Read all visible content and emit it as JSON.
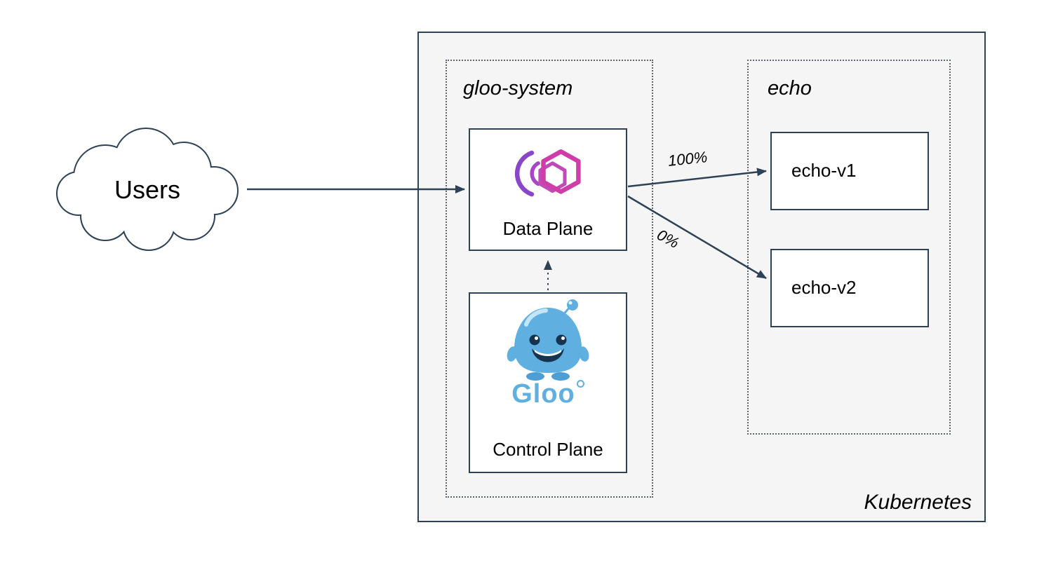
{
  "diagram": {
    "users": {
      "label": "Users"
    },
    "kubernetes": {
      "label": "Kubernetes"
    },
    "namespaces": {
      "gloo_system": {
        "label": "gloo-system"
      },
      "echo": {
        "label": "echo"
      }
    },
    "nodes": {
      "data_plane": {
        "label": "Data Plane"
      },
      "control_plane": {
        "label": "Control Plane",
        "wordmark": "Gloo"
      },
      "echo_v1": {
        "label": "echo-v1"
      },
      "echo_v2": {
        "label": "echo-v2"
      }
    },
    "edges": {
      "to_echo_v1": {
        "label": "100%"
      },
      "to_echo_v2": {
        "label": "0%"
      }
    },
    "icons": {
      "users_cloud": "cloud-icon",
      "gloo_proxy": "gloo-proxy-icon",
      "gloo_mascot": "gloo-mascot-icon"
    },
    "colors": {
      "line": "#2e4257",
      "kubernetes_bg": "#f5f5f5",
      "node_bg": "#ffffff",
      "gloo_pink": "#cf3ea8",
      "gloo_purple": "#8a46c8",
      "gloo_blue": "#5fb0e0"
    }
  }
}
